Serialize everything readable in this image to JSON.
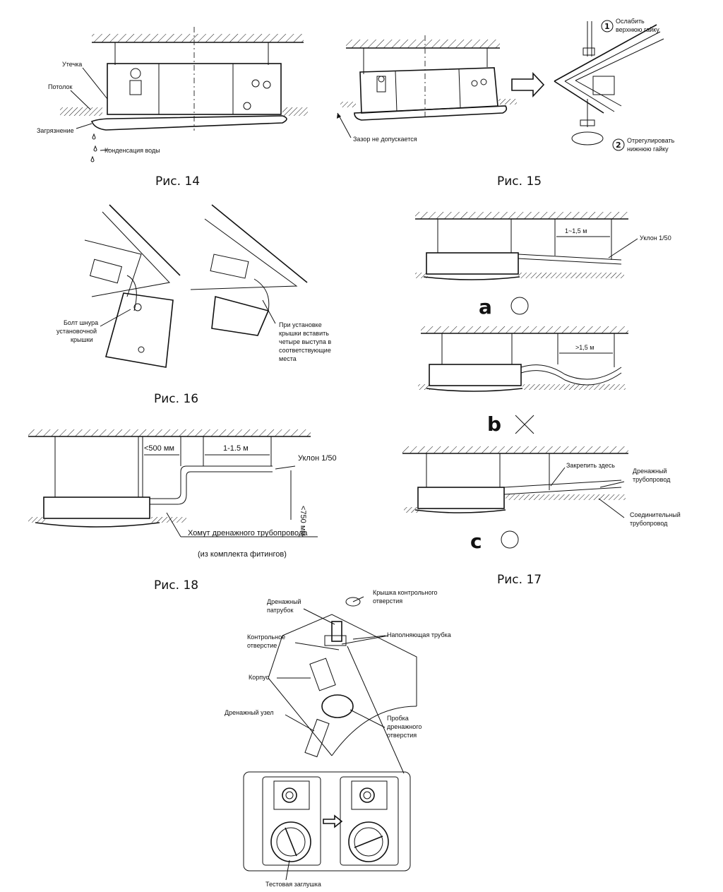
{
  "figures": {
    "fig14": {
      "caption": "Рис. 14",
      "labels": {
        "leak": "Утечка",
        "ceiling": "Потолок",
        "dirt": "Загрязнение",
        "condensate": "Конденсация воды"
      }
    },
    "fig15": {
      "caption": "Рис. 15",
      "labels": {
        "gap": "Зазор не допускается",
        "step1_line1": "Ослабить",
        "step1_line2": "верхнюю гайку",
        "step2_line1": "Отрегулировать",
        "step2_line2": "нижнюю гайку"
      },
      "step_numbers": [
        "1",
        "2"
      ]
    },
    "fig16": {
      "caption": "Рис. 16",
      "labels": {
        "bolt_line1": "Болт шнура",
        "bolt_line2": "установочной",
        "bolt_line3": "крышки",
        "note_line1": "При установке",
        "note_line2": "крышки вставить",
        "note_line3": "четыре выступа в",
        "note_line4": "соответствующие",
        "note_line5": "места"
      }
    },
    "fig17": {
      "caption": "Рис. 17",
      "variant_a": {
        "letter": "a",
        "distance": "1~1,5 м",
        "slope": "Уклон 1/50"
      },
      "variant_b": {
        "letter": "b",
        "distance": ">1,5 м"
      },
      "variant_c": {
        "letter": "c",
        "fix_here": "Закрепить здесь",
        "drain_line1": "Дренажный",
        "drain_line2": "трубопровод",
        "conn_line1": "Соединительный",
        "conn_line2": "трубопровод"
      }
    },
    "fig18": {
      "caption": "Рис. 18",
      "labels": {
        "dist1": "<500 мм",
        "dist2": "1-1.5 м",
        "slope": "Уклон 1/50",
        "height": "<750 мм",
        "clamp": "Хомут дренажного трубопровода",
        "kit": "(из комплекта фитингов)"
      }
    },
    "fig19": {
      "labels": {
        "cover_line1": "Крышка контрольного",
        "cover_line2": "отверстия",
        "drain_pipe_line1": "Дренажный",
        "drain_pipe_line2": "патрубок",
        "control_line1": "Контрольное",
        "control_line2": "отверстие",
        "fill_tube": "Наполняющая трубка",
        "body": "Корпус",
        "drain_unit": "Дренажный узел",
        "plug_line1": "Пробка",
        "plug_line2": "дренажного",
        "plug_line3": "отверстия",
        "test_plug": "Тестовая заглушка"
      }
    }
  }
}
